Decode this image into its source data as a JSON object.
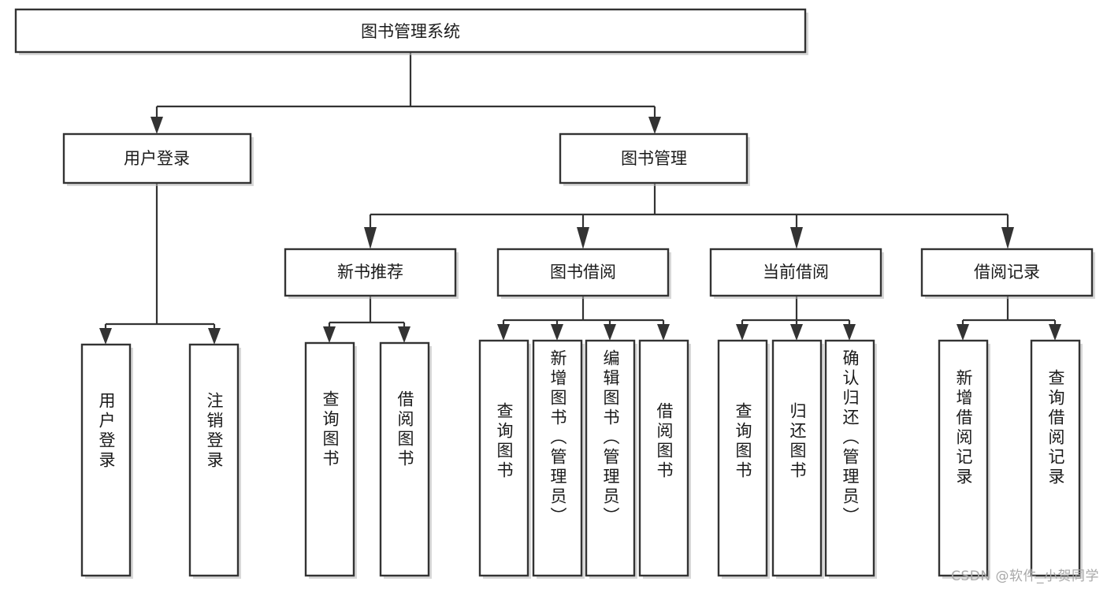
{
  "diagram": {
    "type": "tree-hierarchy",
    "title": "图书管理系统",
    "watermark": "CSDN @软件_小贺同学",
    "colors": {
      "box_stroke": "#333333",
      "box_fill": "#ffffff",
      "connector": "#333333",
      "text": "#1a1a1a",
      "background": "#ffffff",
      "watermark": "#a8a8a8"
    },
    "root": {
      "label": "图书管理系统"
    },
    "level2": [
      {
        "label": "用户登录"
      },
      {
        "label": "图书管理"
      }
    ],
    "level3": [
      {
        "label": "新书推荐"
      },
      {
        "label": "图书借阅"
      },
      {
        "label": "当前借阅"
      },
      {
        "label": "借阅记录"
      }
    ],
    "leaves": {
      "user_login": [
        {
          "label": "用户登录"
        },
        {
          "label": "注销登录"
        }
      ],
      "new_book_recommend": [
        {
          "label": "查询图书"
        },
        {
          "label": "借阅图书"
        }
      ],
      "book_borrow": [
        {
          "label": "查询图书"
        },
        {
          "label": "新增图书（管理员）"
        },
        {
          "label": "编辑图书（管理员）"
        },
        {
          "label": "借阅图书"
        }
      ],
      "current_borrow": [
        {
          "label": "查询图书"
        },
        {
          "label": "归还图书"
        },
        {
          "label": "确认归还（管理员）"
        }
      ],
      "borrow_record": [
        {
          "label": "新增借阅记录"
        },
        {
          "label": "查询借阅记录"
        }
      ]
    }
  }
}
